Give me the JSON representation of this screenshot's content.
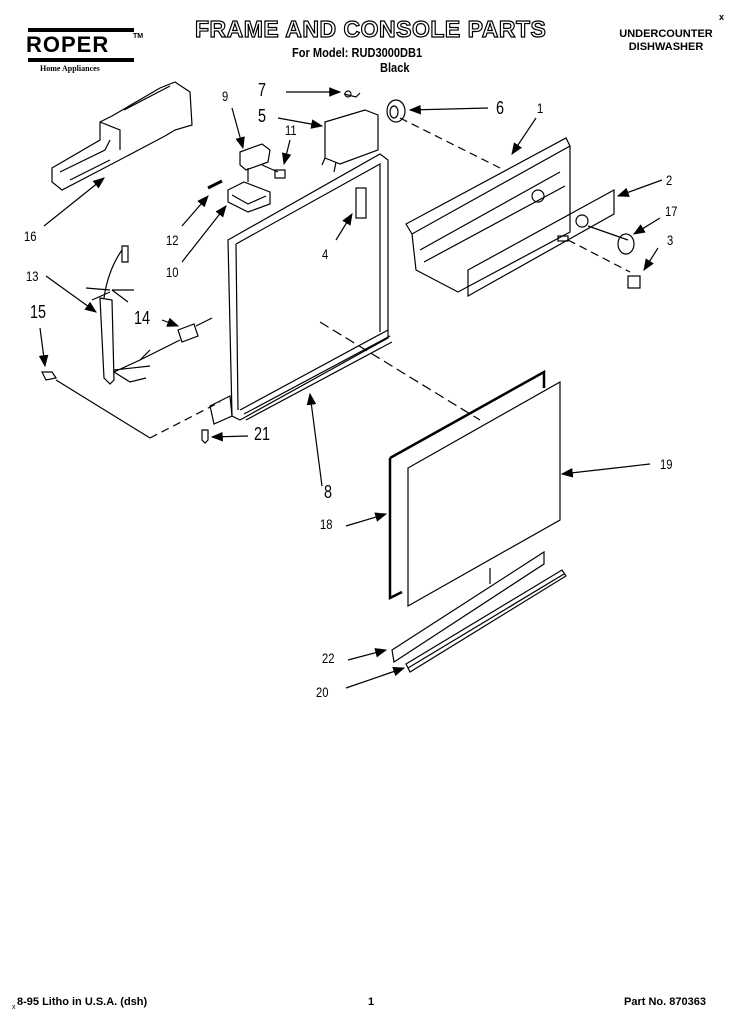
{
  "brand": {
    "logo": "ROPER",
    "trademark": "TM",
    "tagline": "Home Appliances"
  },
  "header": {
    "title": "FRAME AND CONSOLE PARTS",
    "model_line": "For Model: RUD3000DB1",
    "color_line": "Black",
    "product_type_line1": "UNDERCOUNTER",
    "product_type_line2": "DISHWASHER",
    "corner_mark": "x"
  },
  "callouts": [
    {
      "id": "1",
      "label": "1"
    },
    {
      "id": "2",
      "label": "2"
    },
    {
      "id": "3",
      "label": "3"
    },
    {
      "id": "4",
      "label": "4"
    },
    {
      "id": "5",
      "label": "5"
    },
    {
      "id": "6",
      "label": "6"
    },
    {
      "id": "7",
      "label": "7"
    },
    {
      "id": "8",
      "label": "8"
    },
    {
      "id": "9",
      "label": "9"
    },
    {
      "id": "10",
      "label": "10"
    },
    {
      "id": "11",
      "label": "11"
    },
    {
      "id": "12",
      "label": "12"
    },
    {
      "id": "13",
      "label": "13"
    },
    {
      "id": "14",
      "label": "14"
    },
    {
      "id": "15",
      "label": "15"
    },
    {
      "id": "16",
      "label": "16"
    },
    {
      "id": "17",
      "label": "17"
    },
    {
      "id": "18",
      "label": "18"
    },
    {
      "id": "19",
      "label": "19"
    },
    {
      "id": "20",
      "label": "20"
    },
    {
      "id": "21",
      "label": "21"
    },
    {
      "id": "22",
      "label": "22"
    }
  ],
  "footer": {
    "left": "8-95 Litho in U.S.A. (dsh)",
    "left_mark": "x",
    "page": "1",
    "part_number": "Part No. 870363"
  }
}
